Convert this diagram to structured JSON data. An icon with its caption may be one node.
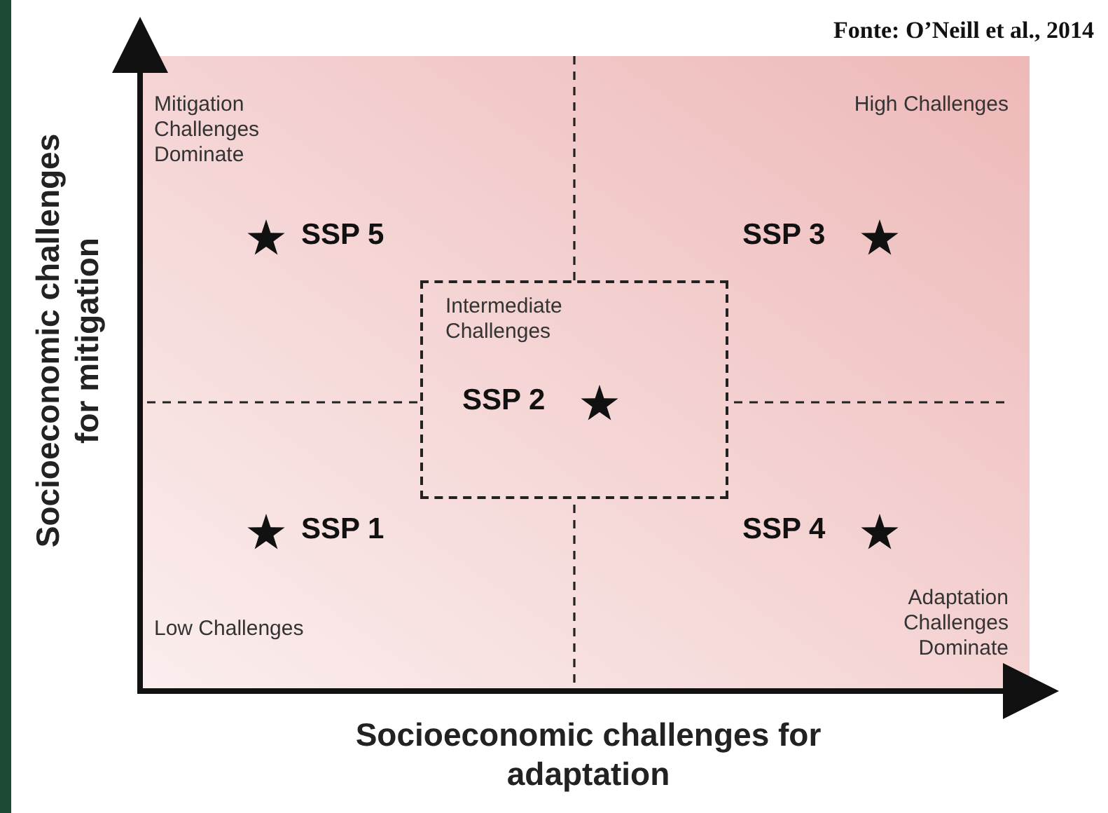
{
  "diagram": {
    "caption": "Fonte: O’Neill et al., 2014",
    "nodes": [
      {
        "text": [
          "Intermediate Challenges",
          "SSP 2"
        ]
      }
    ],
    "labels": [
      "Mitigation Challenges Dominate",
      "High Challenges",
      "SSP 5",
      "SSP 3",
      "SSP 1",
      "SSP 4",
      "Low Challenges",
      "Adaptation Challenges Dominate",
      "Socioeconomic challenges for mitigation",
      "Socioeconomic challenges for adaptation"
    ]
  }
}
